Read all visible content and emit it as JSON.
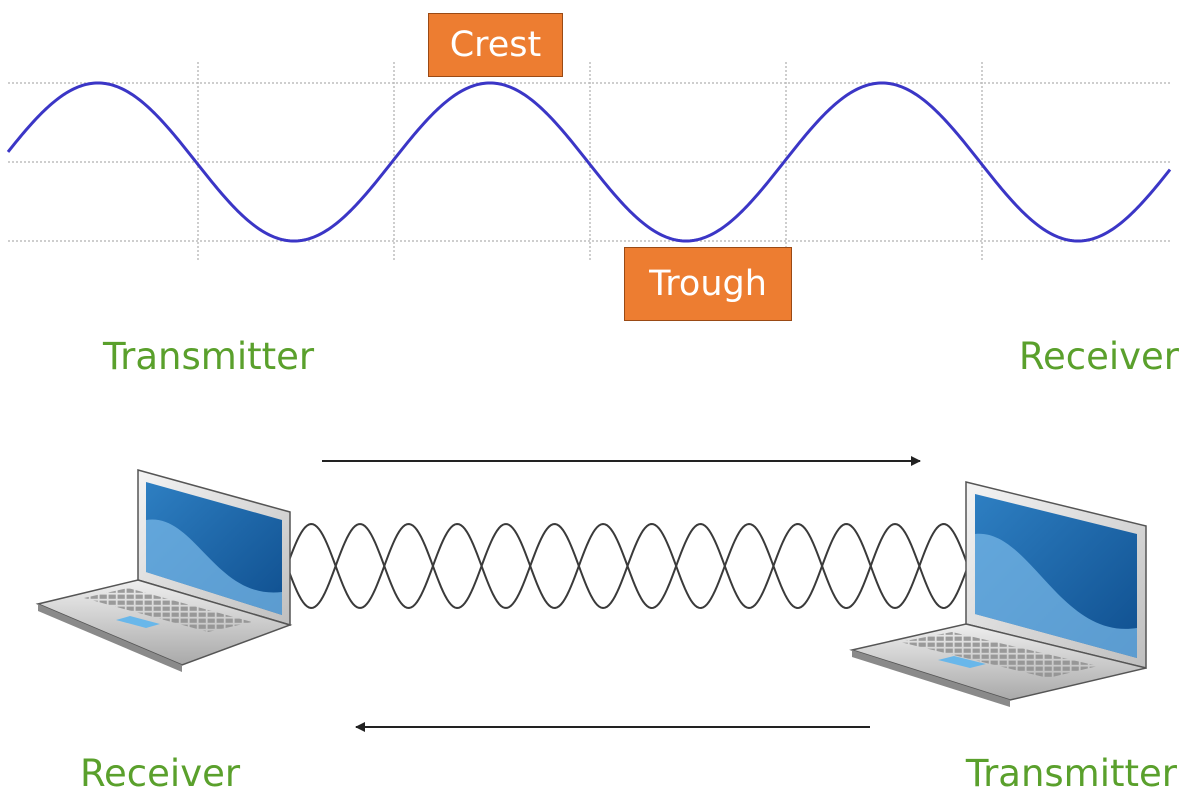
{
  "wave_diagram": {
    "crest_label": "Crest",
    "trough_label": "Trough",
    "wave_color": "#3b36c6",
    "label_color": "#ed7d31"
  },
  "link_diagram": {
    "top_left_label": "Transmitter",
    "top_right_label": "Receiver",
    "bottom_left_label": "Receiver",
    "bottom_right_label": "Transmitter",
    "caption_color": "#5aa02c"
  }
}
